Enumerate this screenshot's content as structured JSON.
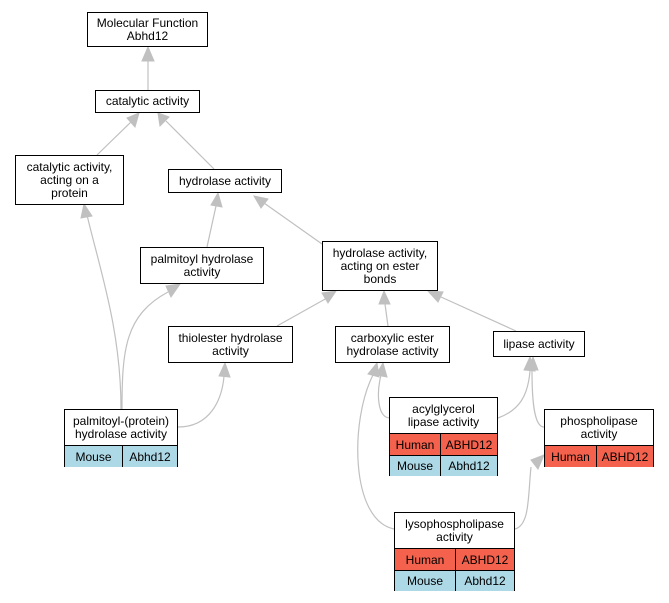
{
  "colors": {
    "human": "#f4614c",
    "mouse": "#add8e6",
    "edge": "#c0c0c0"
  },
  "nodes": {
    "molecular_function": "Molecular Function\nAbhd12",
    "catalytic": "catalytic activity",
    "catalytic_protein": "catalytic activity,\nacting on a\nprotein",
    "hydrolase": "hydrolase activity",
    "palmitoyl_hydrolase": "palmitoyl hydrolase\nactivity",
    "hydrolase_ester": "hydrolase activity,\nacting on ester\nbonds",
    "thiolester": "thiolester hydrolase\nactivity",
    "carboxylic_ester": "carboxylic ester\nhydrolase activity",
    "lipase": "lipase activity"
  },
  "gene_nodes": {
    "palmitoyl_protein": {
      "title": "palmitoyl-(protein)\nhydrolase activity",
      "rows": [
        {
          "species": "Mouse",
          "gene": "Abhd12"
        }
      ]
    },
    "acylglycerol": {
      "title": "acylglycerol\nlipase activity",
      "rows": [
        {
          "species": "Human",
          "gene": "ABHD12"
        },
        {
          "species": "Mouse",
          "gene": "Abhd12"
        }
      ]
    },
    "phospholipase": {
      "title": "phospholipase\nactivity",
      "rows": [
        {
          "species": "Human",
          "gene": "ABHD12"
        }
      ]
    },
    "lysophospholipase": {
      "title": "lysophospholipase\nactivity",
      "rows": [
        {
          "species": "Human",
          "gene": "ABHD12"
        },
        {
          "species": "Mouse",
          "gene": "Abhd12"
        }
      ]
    }
  }
}
